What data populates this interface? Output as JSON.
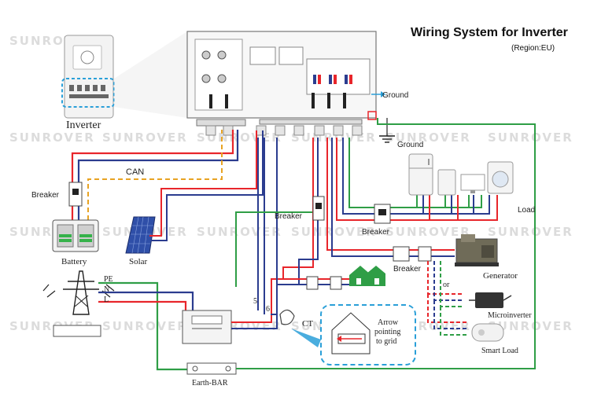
{
  "title": "Wiring System for Inverter",
  "region": "(Region:EU)",
  "watermark": "SUNROVER",
  "labels": {
    "inverter": "Inverter",
    "ground_top": "Ground",
    "ground_mid": "Ground",
    "can": "CAN",
    "breaker_left": "Breaker",
    "battery": "Battery",
    "solar": "Solar",
    "breaker_mid": "Breaker",
    "breaker_load": "Breaker",
    "breaker_gen": "Breaker",
    "load": "Load",
    "generator": "Generator",
    "or": "or",
    "microinverter": "Microinverter",
    "smart_load": "Smart Load",
    "pe": "PE",
    "n": "N",
    "l": "L",
    "ct": "CT",
    "num5": "5",
    "num6": "6",
    "earth_bar": "Earth-BAR",
    "arrow_line1": "Arrow",
    "arrow_line2": "pointing",
    "arrow_line3": "to grid"
  },
  "colors": {
    "red": "#e8262b",
    "blue": "#2b3c8f",
    "green": "#2f9e46",
    "can": "#e8a323",
    "callout": "#2a9fd8"
  }
}
